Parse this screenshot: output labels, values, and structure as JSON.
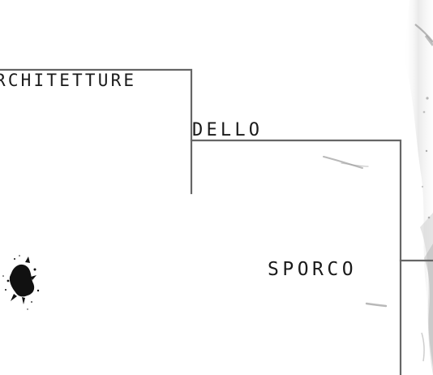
{
  "words": {
    "first": "RCHITETTURE",
    "second": "DELLO",
    "third": "SPORCO"
  },
  "colors": {
    "background": "#ffffff",
    "ink": "#1a1a1a",
    "frame": "#666666",
    "stain": "#8f8f8f"
  }
}
